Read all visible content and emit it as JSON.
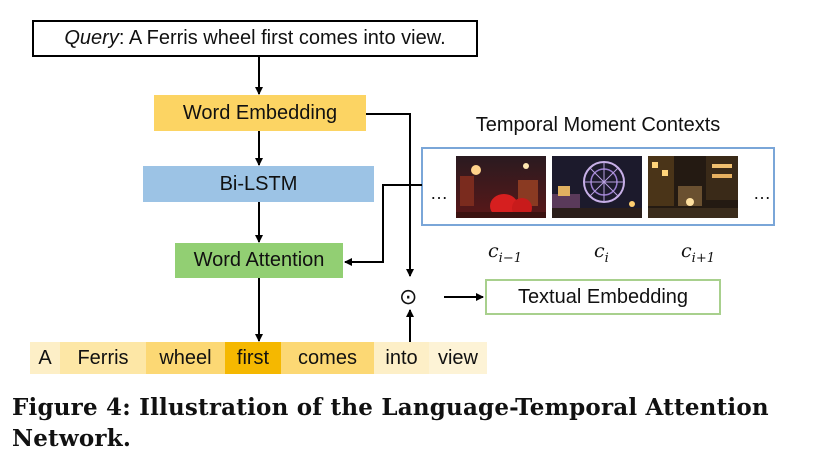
{
  "query": {
    "prefix": "Query",
    "text": ": A Ferris wheel first comes into view."
  },
  "blocks": {
    "word_embedding": "Word Embedding",
    "bilstm": "Bi-LSTM",
    "word_attention": "Word Attention",
    "textual_embedding": "Textual Embedding"
  },
  "contexts": {
    "title": "Temporal Moment Contexts",
    "ellipsis_left": "…",
    "ellipsis_right": "…",
    "labels": [
      {
        "base": "c",
        "sub": "i−1"
      },
      {
        "base": "c",
        "sub": "i"
      },
      {
        "base": "c",
        "sub": "i+1"
      }
    ]
  },
  "operator_symbol": "⊙",
  "tokens": [
    {
      "text": "A",
      "color": "#fdefc7"
    },
    {
      "text": "Ferris",
      "color": "#fde7a6"
    },
    {
      "text": "wheel",
      "color": "#fcd874"
    },
    {
      "text": "first",
      "color": "#f5b800"
    },
    {
      "text": "comes",
      "color": "#fcd874"
    },
    {
      "text": "into",
      "color": "#fdefc7"
    },
    {
      "text": "view",
      "color": "#fdf3d6"
    }
  ],
  "caption": {
    "line1": "Figure 4: Illustration of the Language-Temporal Attention",
    "line2": "Network."
  },
  "colors": {
    "word_embedding": "#fcd463",
    "bilstm": "#9cc3e5",
    "word_attention": "#92cf73",
    "textual_embedding_border": "#a8d08d",
    "contexts_border": "#7aa6d8"
  }
}
